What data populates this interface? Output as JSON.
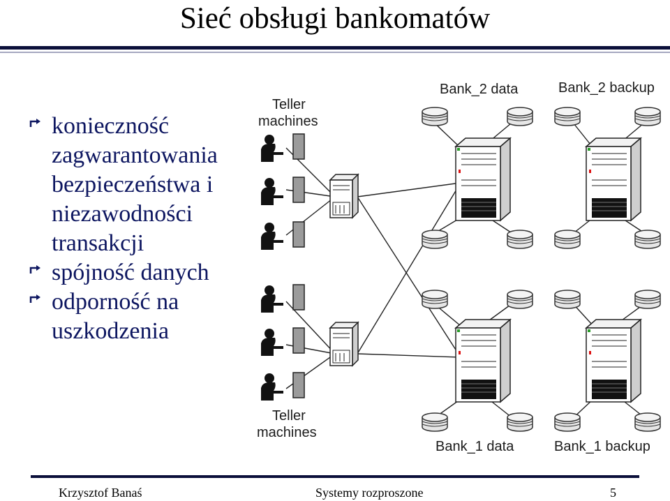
{
  "title": "Sieć obsługi bankomatów",
  "bullets": [
    {
      "lines": [
        "konieczność",
        "zagwarantowania",
        "bezpieczeństwa i",
        "niezawodności",
        "transakcji"
      ]
    },
    {
      "lines": [
        "spójność danych"
      ]
    },
    {
      "lines": [
        "odporność na",
        "uszkodzenia"
      ]
    }
  ],
  "diagram": {
    "teller_top": [
      "Teller",
      "machines"
    ],
    "teller_bottom": [
      "Teller",
      "machines"
    ],
    "bank2_data": "Bank_2 data",
    "bank2_backup": "Bank_2 backup",
    "bank1_data": "Bank_1 data",
    "bank1_backup": "Bank_1 backup"
  },
  "footer": {
    "author": "Krzysztof Banaś",
    "course": "Systemy rozproszone",
    "page": "5"
  },
  "colors": {
    "text_blue": "#0d1660",
    "rule": "#0b0f3a"
  }
}
